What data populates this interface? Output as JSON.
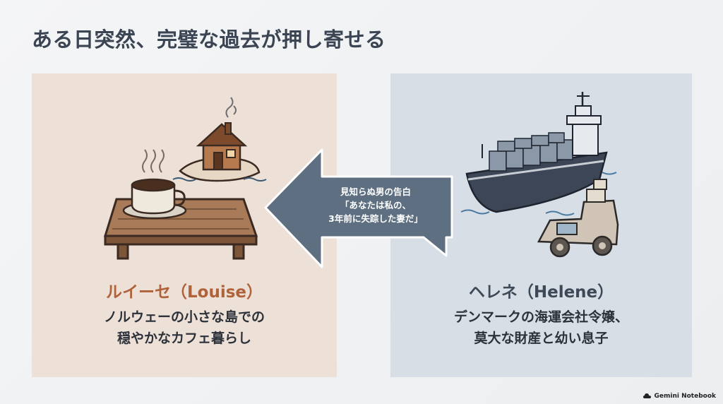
{
  "title": "ある日突然、完璧な過去が押し寄せる",
  "left": {
    "name": "ルイーセ（Louise）",
    "desc_line1": "ノルウェーの小さな島での",
    "desc_line2": "穏やかなカフェ暮らし",
    "illustration": [
      "coffee-cup-icon",
      "wooden-table-icon",
      "island-house-icon"
    ]
  },
  "right": {
    "name": "ヘレネ（Helene）",
    "desc_line1": "デンマークの海運会社令嬢、",
    "desc_line2": "莫大な財産と幼い息子",
    "illustration": [
      "cargo-ship-icon",
      "toy-truck-icon"
    ]
  },
  "bubble": {
    "line1": "見知らぬ男の告白",
    "line2": "「あなたは私の、",
    "line3": "3年前に失踪した妻だ」"
  },
  "badge": {
    "label": "Gemini Notebook"
  },
  "colors": {
    "left_panel": "#ece0d7",
    "right_panel": "#d7dee6",
    "arrow": "#5d6f80",
    "left_name": "#b0633a",
    "title": "#3a4452"
  }
}
